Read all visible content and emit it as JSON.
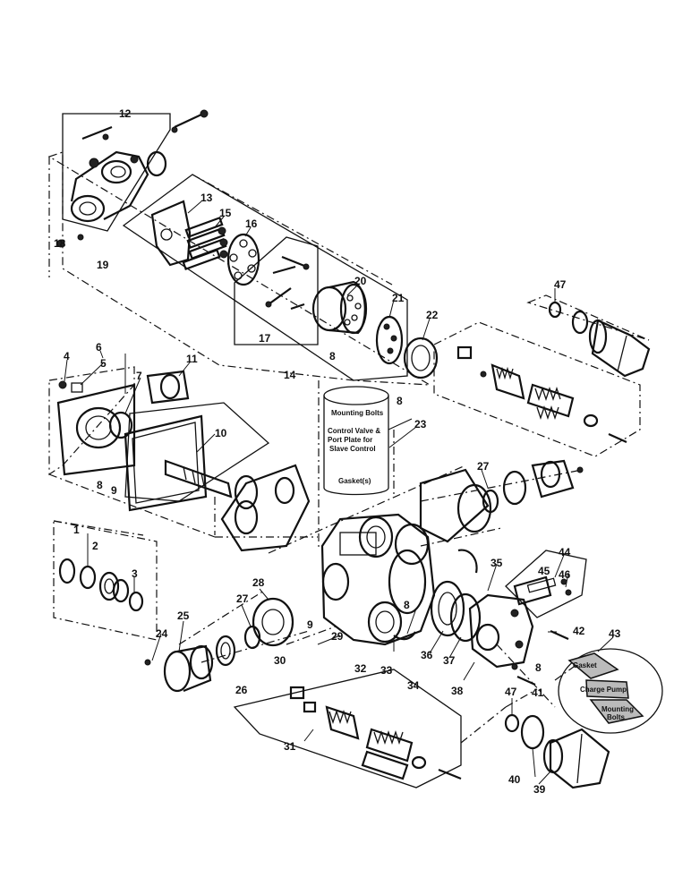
{
  "callouts": [
    "1",
    "2",
    "3",
    "4",
    "5",
    "6",
    "7",
    "8",
    "9",
    "10",
    "11",
    "12",
    "13",
    "14",
    "15",
    "16",
    "17",
    "18",
    "19",
    "20",
    "21",
    "22",
    "23",
    "24",
    "25",
    "26",
    "27",
    "28",
    "29",
    "30",
    "31",
    "32",
    "33",
    "34",
    "35",
    "36",
    "37",
    "38",
    "39",
    "40",
    "41",
    "42",
    "43",
    "44",
    "45",
    "46",
    "47"
  ],
  "callout_8_repeats": 5,
  "callout_27_repeats": 2,
  "callout_47_repeats": 2,
  "note_23": {
    "line1": "Mounting Bolts",
    "line2": "Control Valve &",
    "line3": "Port Plate for",
    "line4": "Slave Control",
    "line5": "Gasket(s)"
  },
  "note_43": {
    "line1": "Gasket",
    "line2": "Charge Pump",
    "line3": "Mounting",
    "line4": "Bolts"
  }
}
